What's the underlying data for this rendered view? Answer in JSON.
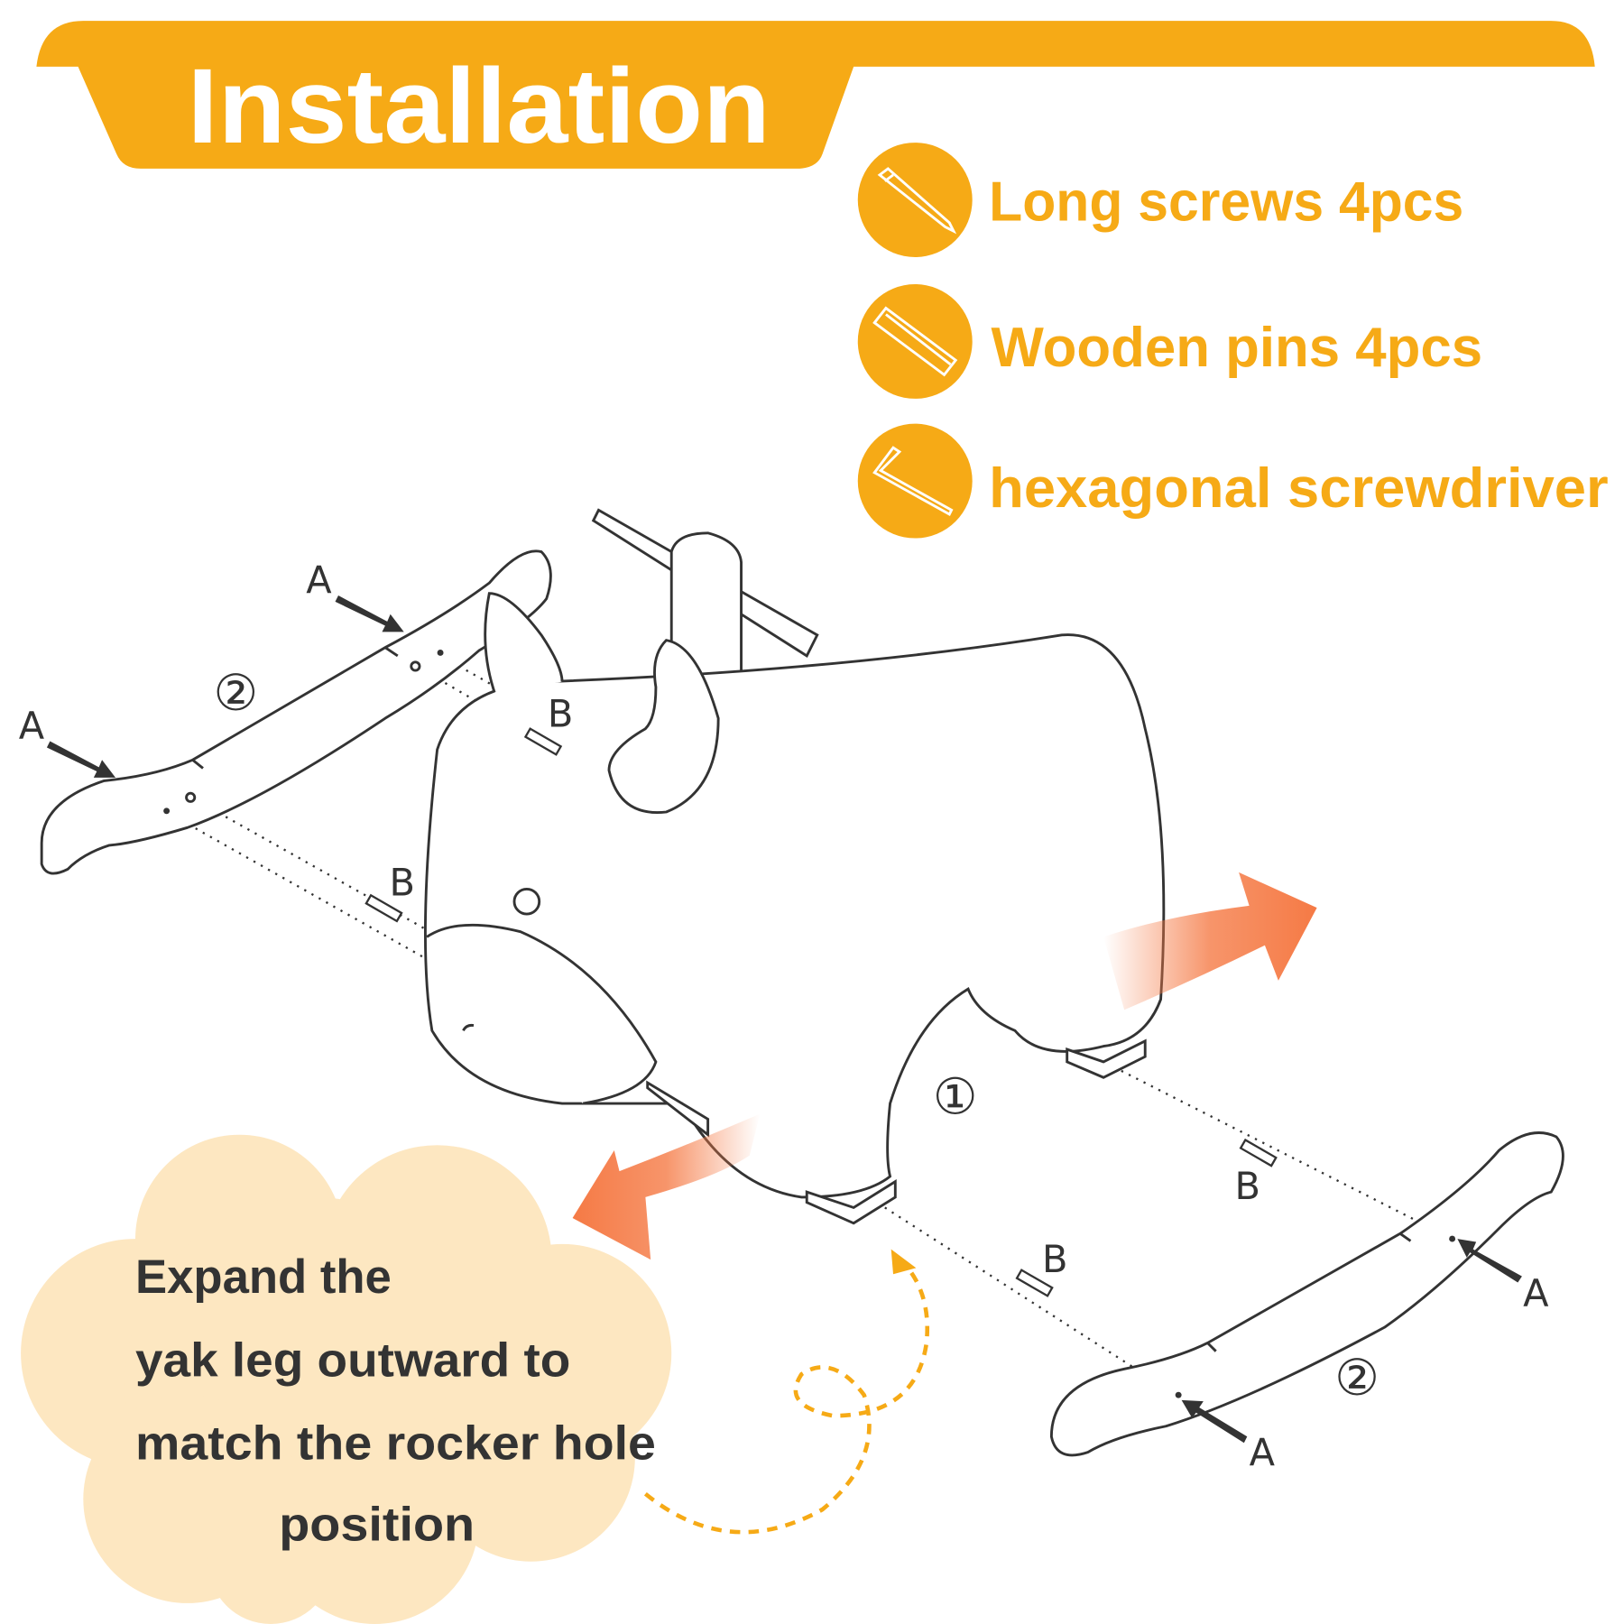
{
  "header": {
    "title": "Installation"
  },
  "parts": [
    {
      "icon": "screw-icon",
      "label": "Long screws 4pcs"
    },
    {
      "icon": "wooden-pin-icon",
      "label": "Wooden pins 4pcs"
    },
    {
      "icon": "hex-key-icon",
      "label": "hexagonal screwdriver"
    }
  ],
  "diagram": {
    "label_a": "A",
    "label_b": "B",
    "step_1": "①",
    "step_2": "②"
  },
  "callout": {
    "lines": [
      "Expand the",
      "yak leg outward to",
      "match the rocker hole",
      "position"
    ]
  },
  "colors": {
    "accent": "#F6AA16",
    "arrow": "#F57A45",
    "cloud": "#FDE7C1",
    "line": "#333333"
  }
}
